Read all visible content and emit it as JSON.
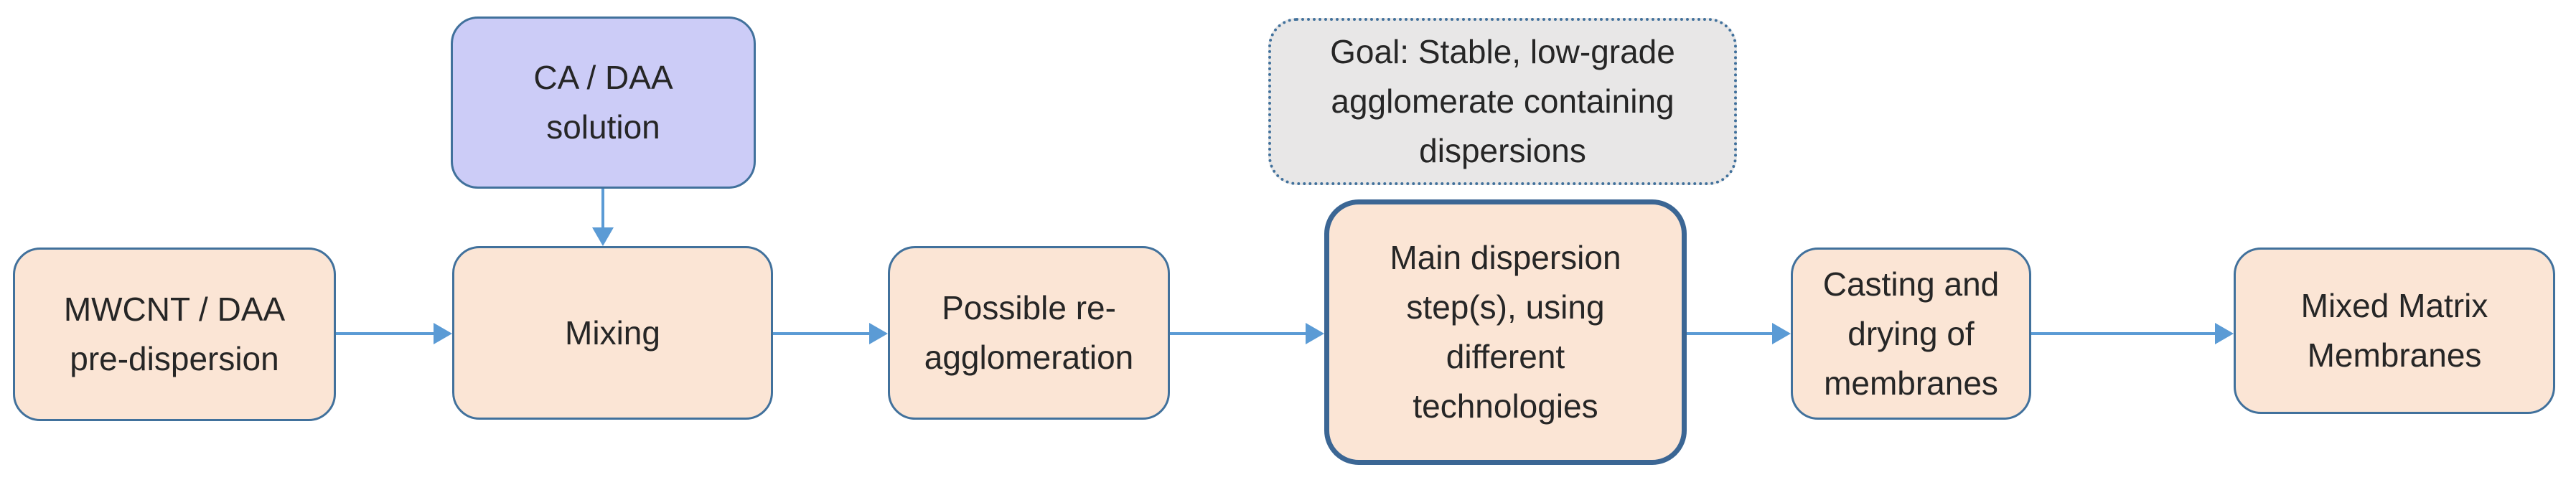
{
  "figure": {
    "type": "flowchart",
    "background": "#FFFFFF",
    "palette": {
      "process_fill": "#FBE5D5",
      "input_fill": "#CCCCF7",
      "goal_fill": "#E8E7E7",
      "box_border": "#41719C",
      "emphasis_border": "#3B6694",
      "arrow": "#5B9BD5",
      "text": "#262626"
    },
    "nodes": [
      {
        "id": "mwcnt_pre_dispersion",
        "kind": "process",
        "label": "MWCNT / DAA\npre-dispersion"
      },
      {
        "id": "ca_daa_solution",
        "kind": "input",
        "label": "CA / DAA\nsolution"
      },
      {
        "id": "mixing",
        "kind": "process",
        "label": "Mixing"
      },
      {
        "id": "possible_re_agglomeration",
        "kind": "process",
        "label": "Possible re-\nagglomeration"
      },
      {
        "id": "goal_note",
        "kind": "note",
        "label": "Goal: Stable, low-grade\nagglomerate containing\ndispersions"
      },
      {
        "id": "main_dispersion",
        "kind": "process-emphasis",
        "label": "Main dispersion\nstep(s), using\ndifferent\ntechnologies"
      },
      {
        "id": "casting_drying",
        "kind": "process",
        "label": "Casting and\ndrying of\nmembranes"
      },
      {
        "id": "mixed_matrix_membranes",
        "kind": "process",
        "label": "Mixed Matrix\nMembranes"
      }
    ],
    "connections": [
      {
        "from": "mwcnt_pre_dispersion",
        "to": "mixing"
      },
      {
        "from": "ca_daa_solution",
        "to": "mixing"
      },
      {
        "from": "mixing",
        "to": "possible_re_agglomeration"
      },
      {
        "from": "possible_re_agglomeration",
        "to": "main_dispersion"
      },
      {
        "from": "main_dispersion",
        "to": "casting_drying"
      },
      {
        "from": "casting_drying",
        "to": "mixed_matrix_membranes"
      }
    ]
  }
}
